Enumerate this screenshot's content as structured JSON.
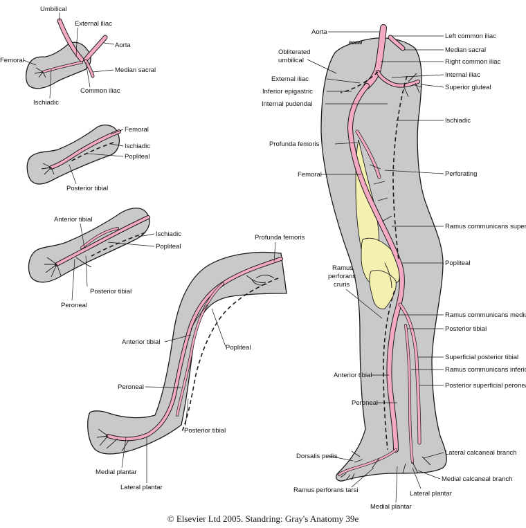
{
  "colors": {
    "artery": "#f4a9c4",
    "skin": "#c9c9cb",
    "muscle": "#f3f0b0",
    "outline": "#1a1a1a"
  },
  "panel_a": {
    "umbilical": "Umbilical",
    "external_iliac": "External iliac",
    "aorta": "Aorta",
    "femoral": "Femoral",
    "median_sacral": "Median sacral",
    "common_iliac": "Common iliac",
    "ischiadic": "Ischiadic"
  },
  "panel_b": {
    "femoral": "Femoral",
    "ischiadic": "Ischiadic",
    "popliteal": "Popliteal",
    "posterior_tibial": "Posterior tibial"
  },
  "panel_c": {
    "anterior_tibial": "Anterior tibial",
    "ischiadic": "Ischiadic",
    "popliteal": "Popliteal",
    "posterior_tibial": "Posterior tibial",
    "peroneal": "Peroneal"
  },
  "panel_d": {
    "profunda_femoris": "Profunda femoris",
    "anterior_tibial": "Anterior tibial",
    "popliteal": "Popliteal",
    "peroneal": "Peroneal",
    "posterior_tibial": "Posterior tibial",
    "medial_plantar": "Medial plantar",
    "lateral_plantar": "Lateral plantar"
  },
  "panel_e": {
    "signature": "RGMM",
    "aorta": "Aorta",
    "obliterated_umbilical_1": "Obliterated",
    "obliterated_umbilical_2": "umbilical",
    "external_iliac": "External iliac",
    "inferior_epigastric": "Inferior epigastric",
    "internal_pudendal": "Internal pudendal",
    "profunda_femoris": "Profunda femoris",
    "femoral": "Femoral",
    "ramus_perforans_cruris_1": "Ramus",
    "ramus_perforans_cruris_2": "perforans",
    "ramus_perforans_cruris_3": "cruris",
    "anterior_tibial": "Anterior tibial",
    "peroneal": "Peroneal",
    "dorsalis_pedis": "Dorsalis pedis",
    "ramus_perforans_tarsi": "Ramus perforans tarsi",
    "medial_plantar": "Medial plantar",
    "lateral_plantar": "Lateral plantar",
    "left_common_iliac": "Left common iliac",
    "median_sacral": "Median sacral",
    "right_common_iliac": "Right common iliac",
    "internal_iliac": "Internal iliac",
    "superior_gluteal": "Superior gluteal",
    "ischiadic": "Ischiadic",
    "perforating": "Perforating",
    "ramus_communicans_superior": "Ramus communicans superior",
    "popliteal": "Popliteal",
    "ramus_communicans_medius": "Ramus communicans medius",
    "posterior_tibial": "Posterior tibial",
    "superficial_posterior_tibial": "Superficial posterior tibial",
    "ramus_communicans_inferior": "Ramus communicans inferior",
    "posterior_superficial_peroneal": "Posterior superficial peroneal",
    "lateral_calcaneal_branch": "Lateral calcaneal branch",
    "medial_calcaneal_branch": "Medial calcaneal branch"
  },
  "caption": "© Elsevier Ltd 2005. Standring: Gray's Anatomy 39e"
}
